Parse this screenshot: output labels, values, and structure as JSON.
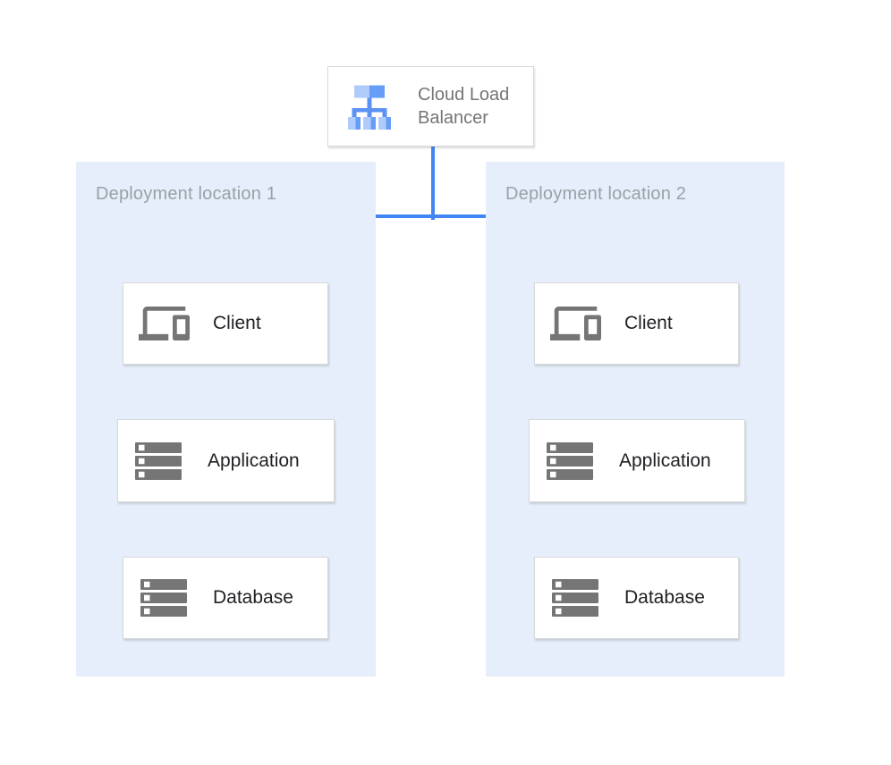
{
  "load_balancer": {
    "label": "Cloud Load Balancer",
    "icon": "cloud-load-balancer-icon"
  },
  "locations": [
    {
      "label": "Deployment location 1",
      "nodes": [
        {
          "label": "Client",
          "icon": "devices-icon"
        },
        {
          "label": "Application",
          "icon": "server-stack-icon"
        },
        {
          "label": "Database",
          "icon": "server-stack-icon"
        }
      ]
    },
    {
      "label": "Deployment location 2",
      "nodes": [
        {
          "label": "Client",
          "icon": "devices-icon"
        },
        {
          "label": "Application",
          "icon": "server-stack-icon"
        },
        {
          "label": "Database",
          "icon": "server-stack-icon"
        }
      ]
    }
  ],
  "connections": [
    {
      "from": "cloud-load-balancer",
      "to": "client-1"
    },
    {
      "from": "cloud-load-balancer",
      "to": "client-2"
    },
    {
      "from": "client-1",
      "to": "application-1"
    },
    {
      "from": "application-1",
      "to": "database-1"
    },
    {
      "from": "client-2",
      "to": "application-2"
    },
    {
      "from": "application-2",
      "to": "database-2"
    }
  ],
  "colors": {
    "arrow": "#4285f4",
    "panel_bg": "#e5eefa",
    "panel_label": "#9aa0a6",
    "box_border": "#d9d9d9",
    "node_label": "#202124",
    "lb_label": "#757575",
    "icon_gray": "#757575",
    "icon_blue_light": "#aecbfa",
    "icon_blue_mid": "#669df6",
    "icon_blue_stem": "#5b92f3"
  }
}
